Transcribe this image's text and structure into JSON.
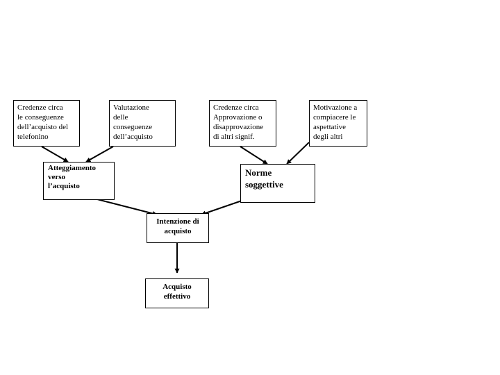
{
  "boxes": {
    "credenze_conseguenze": "Credenze circa\nle conseguenze\ndell’acquisto del\ntelefonino",
    "valutazione_conseguenze": "Valutazione\ndelle\nconseguenze\ndell’acquisto",
    "credenze_approvazione": "Credenze circa\nApprovazione o\ndisapprovazione\ndi altri signif.",
    "motivazione": "Motivazione a\ncompiacere le\naspettative\ndegli altri",
    "atteggiamento": "Atteggiamento\nverso\nl’acquisto",
    "norme": "Norme\nsoggettive",
    "intenzione": "Intenzione di\nacquisto",
    "acquisto": "Acquisto\neffettivo"
  },
  "colors": {
    "line": "#000000",
    "background": "#ffffff"
  }
}
